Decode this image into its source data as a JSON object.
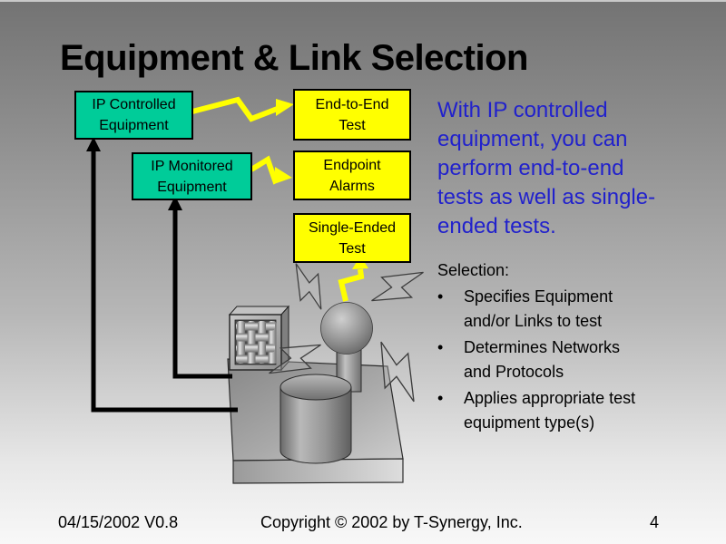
{
  "title": "Equipment & Link Selection",
  "diagram": {
    "green_boxes": [
      {
        "label": "IP Controlled\nEquipment"
      },
      {
        "label": "IP Monitored\nEquipment"
      }
    ],
    "yellow_boxes": [
      {
        "label": "End-to-End\nTest"
      },
      {
        "label": "Endpoint\nAlarms"
      },
      {
        "label": "Single-Ended\nTest"
      }
    ],
    "graphic_elements": [
      "platform",
      "mesh-filter-panel",
      "cylinder",
      "sphere-antenna",
      "lightning-bolts"
    ]
  },
  "body": {
    "intro": "With IP controlled\nequipment, you can\nperform end-to-end\ntests as well as single-\nended tests.",
    "selection": {
      "heading": "Selection:",
      "bullet": "•",
      "items": [
        "Specifies Equipment\nand/or Links to test",
        "Determines Networks\nand Protocols",
        "Applies appropriate test\nequipment type(s)"
      ]
    }
  },
  "footer": {
    "date_version": "04/15/2002 V0.8",
    "copyright": "Copyright © 2002 by T-Synergy, Inc.",
    "page_number": "4"
  },
  "colors": {
    "green_box": "#00CC99",
    "yellow_box": "#FFFF00",
    "intro_blue": "#2121CC",
    "arrow_yellow": "#FFFF00",
    "arrow_black": "#000000",
    "background_top": "#737373",
    "background_bottom": "#F8F8F8"
  }
}
